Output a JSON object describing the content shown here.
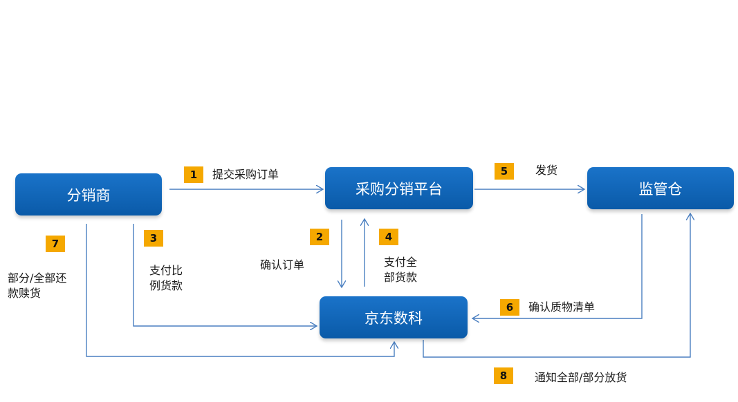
{
  "nodes": {
    "distributor": "分销商",
    "platform": "采购分销平台",
    "warehouse": "监管仓",
    "jd": "京东数科"
  },
  "steps": [
    {
      "num": "1",
      "text": "提交采购订单"
    },
    {
      "num": "2",
      "text": "确认订单"
    },
    {
      "num": "3",
      "text": "支付比\n例货款"
    },
    {
      "num": "4",
      "text": "支付全\n部货款"
    },
    {
      "num": "5",
      "text": "发货"
    },
    {
      "num": "6",
      "text": "确认质物清单"
    },
    {
      "num": "7",
      "text": "部分/全部还\n款赎货"
    },
    {
      "num": "8",
      "text": "通知全部/部分放货"
    }
  ],
  "colors": {
    "node_fill": "#0a63b8",
    "badge": "#f5a800",
    "arrow": "#4a7fc0"
  }
}
